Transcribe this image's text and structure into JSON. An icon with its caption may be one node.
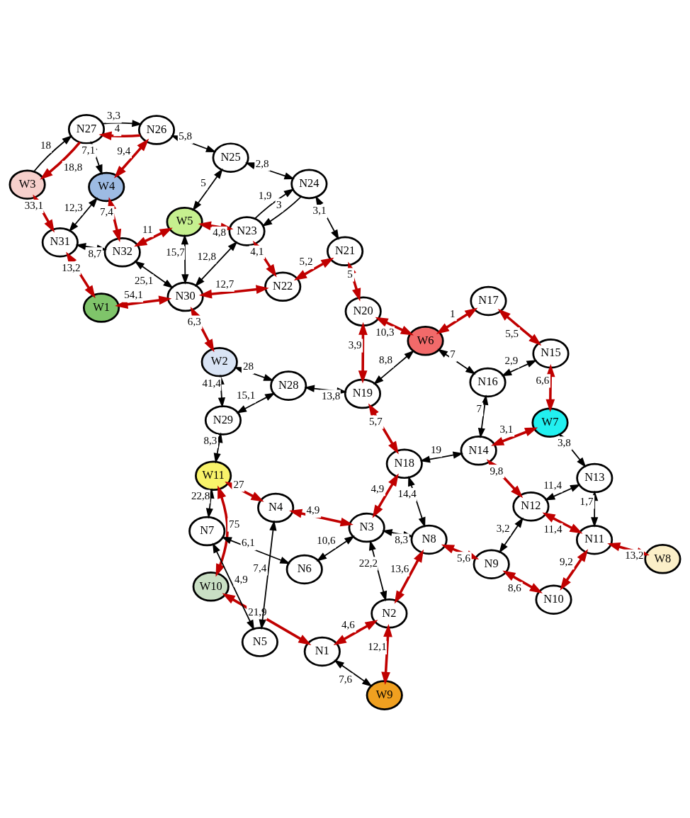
{
  "diagram": {
    "nodes": [
      {
        "text": [
          "W1"
        ]
      },
      {
        "text": [
          "W2"
        ]
      },
      {
        "text": [
          "W3"
        ]
      },
      {
        "text": [
          "W4"
        ]
      },
      {
        "text": [
          "W5"
        ]
      },
      {
        "text": [
          "W6"
        ]
      },
      {
        "text": [
          "W7"
        ]
      },
      {
        "text": [
          "W8"
        ]
      },
      {
        "text": [
          "W9"
        ]
      },
      {
        "text": [
          "W10"
        ]
      },
      {
        "text": [
          "W11"
        ]
      },
      {
        "text": [
          "N1"
        ]
      },
      {
        "text": [
          "N2"
        ]
      },
      {
        "text": [
          "N3"
        ]
      },
      {
        "text": [
          "N4"
        ]
      },
      {
        "text": [
          "N5"
        ]
      },
      {
        "text": [
          "N6"
        ]
      },
      {
        "text": [
          "N7"
        ]
      },
      {
        "text": [
          "N8"
        ]
      },
      {
        "text": [
          "N9"
        ]
      },
      {
        "text": [
          "N10"
        ]
      },
      {
        "text": [
          "N11"
        ]
      },
      {
        "text": [
          "N12"
        ]
      },
      {
        "text": [
          "N13"
        ]
      },
      {
        "text": [
          "N14"
        ]
      },
      {
        "text": [
          "N15"
        ]
      },
      {
        "text": [
          "N16"
        ]
      },
      {
        "text": [
          "N17"
        ]
      },
      {
        "text": [
          "N18"
        ]
      },
      {
        "text": [
          "N19"
        ]
      },
      {
        "text": [
          "N20"
        ]
      },
      {
        "text": [
          "N21"
        ]
      },
      {
        "text": [
          "N22"
        ]
      },
      {
        "text": [
          "N23"
        ]
      },
      {
        "text": [
          "N24"
        ]
      },
      {
        "text": [
          "N25"
        ]
      },
      {
        "text": [
          "N26"
        ]
      },
      {
        "text": [
          "N27"
        ]
      },
      {
        "text": [
          "N28"
        ]
      },
      {
        "text": [
          "N29"
        ]
      },
      {
        "text": [
          "N30"
        ]
      },
      {
        "text": [
          "N31"
        ]
      },
      {
        "text": [
          "N32"
        ]
      }
    ],
    "edges": [
      {
        "from": 0,
        "to": 41,
        "arrow": "both",
        "label": "13,2",
        "style": "thick",
        "color": "#c00000"
      },
      {
        "from": 0,
        "to": 40,
        "arrow": "both",
        "label": "54,1",
        "style": "thick",
        "color": "#c00000"
      },
      {
        "from": 41,
        "to": 2,
        "arrow": "both",
        "label": "33,1",
        "style": "thick",
        "color": "#c00000"
      },
      {
        "from": 41,
        "to": 3,
        "arrow": "both",
        "label": "12,3"
      },
      {
        "from": 41,
        "to": 42,
        "arrow": "both",
        "label": "8,7"
      },
      {
        "from": 40,
        "to": 42,
        "arrow": "both",
        "label": "25,1"
      },
      {
        "from": 40,
        "to": 4,
        "arrow": "both",
        "label": "15,7"
      },
      {
        "from": 40,
        "to": 33,
        "arrow": "both",
        "label": "12,8"
      },
      {
        "from": 1,
        "to": 40,
        "arrow": "both",
        "label": "6,3",
        "style": "thick",
        "color": "#c00000"
      },
      {
        "from": 40,
        "to": 32,
        "arrow": "both",
        "label": "12,7",
        "style": "thick",
        "color": "#c00000"
      },
      {
        "from": 2,
        "to": 37,
        "arrow": "to",
        "label": "18"
      },
      {
        "from": 37,
        "to": 2,
        "arrow": "to",
        "label": "18,8",
        "style": "thick",
        "color": "#c00000"
      },
      {
        "from": 3,
        "to": 37,
        "arrow": "both",
        "label": "7,1"
      },
      {
        "from": 42,
        "to": 3,
        "arrow": "both",
        "label": "7,4",
        "style": "thick",
        "color": "#c00000"
      },
      {
        "from": 3,
        "to": 36,
        "arrow": "both",
        "label": "9,4",
        "style": "thick",
        "color": "#c00000"
      },
      {
        "from": 36,
        "to": 37,
        "arrow": "to",
        "label": "4",
        "style": "thick",
        "color": "#c00000"
      },
      {
        "from": 37,
        "to": 36,
        "arrow": "to",
        "label": "3,3"
      },
      {
        "from": 42,
        "to": 4,
        "arrow": "both",
        "label": "11",
        "style": "thick",
        "color": "#c00000"
      },
      {
        "from": 4,
        "to": 35,
        "arrow": "both",
        "label": "5"
      },
      {
        "from": 35,
        "to": 36,
        "arrow": "both",
        "label": "5,8"
      },
      {
        "from": 4,
        "to": 33,
        "arrow": "both",
        "label": "4,8",
        "style": "thick",
        "color": "#c00000"
      },
      {
        "from": 34,
        "to": 33,
        "arrow": "to",
        "label": "3"
      },
      {
        "from": 33,
        "to": 34,
        "arrow": "to",
        "label": "1,9"
      },
      {
        "from": 35,
        "to": 34,
        "arrow": "both",
        "label": "2,8"
      },
      {
        "from": 32,
        "to": 33,
        "arrow": "both",
        "label": "4,1",
        "style": "thick",
        "color": "#c00000"
      },
      {
        "from": 32,
        "to": 31,
        "arrow": "both",
        "label": "5,2",
        "style": "thick",
        "color": "#c00000"
      },
      {
        "from": 31,
        "to": 34,
        "arrow": "both",
        "label": "3,1"
      },
      {
        "from": 1,
        "to": 38,
        "arrow": "both",
        "label": "28"
      },
      {
        "from": 1,
        "to": 39,
        "arrow": "both",
        "label": "41,4"
      },
      {
        "from": 38,
        "to": 39,
        "arrow": "both",
        "label": "15,1"
      },
      {
        "from": 38,
        "to": 29,
        "arrow": "both",
        "label": "13,8"
      },
      {
        "from": 31,
        "to": 30,
        "arrow": "both",
        "label": "5",
        "style": "thick",
        "color": "#c00000"
      },
      {
        "from": 30,
        "to": 5,
        "arrow": "both",
        "label": "10,3",
        "style": "thick",
        "color": "#c00000"
      },
      {
        "from": 30,
        "to": 29,
        "arrow": "both",
        "label": "3,9",
        "style": "thick",
        "color": "#c00000"
      },
      {
        "from": 29,
        "to": 5,
        "arrow": "both",
        "label": "8,8"
      },
      {
        "from": 5,
        "to": 27,
        "arrow": "both",
        "label": "1",
        "style": "thick",
        "color": "#c00000"
      },
      {
        "from": 5,
        "to": 26,
        "arrow": "both",
        "label": "7"
      },
      {
        "from": 39,
        "to": 10,
        "arrow": "both",
        "label": "8,3"
      },
      {
        "from": 29,
        "to": 28,
        "arrow": "both",
        "label": "5,7",
        "style": "thick",
        "color": "#c00000"
      },
      {
        "from": 27,
        "to": 25,
        "arrow": "both",
        "label": "5,5",
        "style": "thick",
        "color": "#c00000"
      },
      {
        "from": 26,
        "to": 25,
        "arrow": "both",
        "label": "2,9"
      },
      {
        "from": 25,
        "to": 6,
        "arrow": "both",
        "label": "6,6",
        "style": "thick",
        "color": "#c00000"
      },
      {
        "from": 10,
        "to": 17,
        "arrow": "both",
        "label": "22,8"
      },
      {
        "from": 17,
        "to": 16,
        "arrow": "both",
        "label": "6,1"
      },
      {
        "from": 17,
        "to": 15,
        "arrow": "both",
        "label": "4,9"
      },
      {
        "from": 16,
        "to": 13,
        "arrow": "both",
        "label": "10,6"
      },
      {
        "from": 10,
        "to": 14,
        "arrow": "both",
        "label": "27",
        "style": "thick",
        "color": "#c00000"
      },
      {
        "from": 15,
        "to": 14,
        "arrow": "both",
        "label": "7,4"
      },
      {
        "from": 14,
        "to": 13,
        "arrow": "both",
        "label": "4,9",
        "style": "thick",
        "color": "#c00000"
      },
      {
        "from": 13,
        "to": 28,
        "arrow": "both",
        "label": "4,9",
        "style": "thick",
        "color": "#c00000"
      },
      {
        "from": 28,
        "to": 24,
        "arrow": "both",
        "label": "19"
      },
      {
        "from": 26,
        "to": 24,
        "arrow": "both",
        "label": "7"
      },
      {
        "from": 24,
        "to": 6,
        "arrow": "both",
        "label": "3,1",
        "style": "thick",
        "color": "#c00000"
      },
      {
        "from": 28,
        "to": 18,
        "arrow": "both",
        "label": "14,4"
      },
      {
        "from": 13,
        "to": 18,
        "arrow": "both",
        "label": "8,3"
      },
      {
        "from": 13,
        "to": 12,
        "arrow": "both",
        "label": "22,2"
      },
      {
        "from": 10,
        "to": 9,
        "arrow": "both",
        "label": "75",
        "style": "thick",
        "color": "#c00000"
      },
      {
        "from": 18,
        "to": 19,
        "arrow": "both",
        "label": "5,6",
        "style": "thick",
        "color": "#c00000"
      },
      {
        "from": 19,
        "to": 22,
        "arrow": "both",
        "label": "3,2"
      },
      {
        "from": 22,
        "to": 24,
        "arrow": "both",
        "label": "9,8",
        "style": "thick",
        "color": "#c00000"
      },
      {
        "from": 22,
        "to": 23,
        "arrow": "both",
        "label": "11,4"
      },
      {
        "from": 6,
        "to": 23,
        "arrow": "both",
        "label": "3,8"
      },
      {
        "from": 22,
        "to": 21,
        "arrow": "both",
        "label": "11,4",
        "style": "thick",
        "color": "#c00000"
      },
      {
        "from": 23,
        "to": 21,
        "arrow": "both",
        "label": "1,7"
      },
      {
        "from": 18,
        "to": 12,
        "arrow": "both",
        "label": "13,6",
        "style": "thick",
        "color": "#c00000"
      },
      {
        "from": 19,
        "to": 20,
        "arrow": "both",
        "label": "8,6",
        "style": "thick",
        "color": "#c00000"
      },
      {
        "from": 20,
        "to": 21,
        "arrow": "both",
        "label": "9,2",
        "style": "thick",
        "color": "#c00000"
      },
      {
        "from": 21,
        "to": 7,
        "arrow": "both",
        "label": "13,2",
        "style": "thick",
        "color": "#c00000"
      },
      {
        "from": 9,
        "to": 11,
        "arrow": "both",
        "label": "21,9",
        "style": "thick",
        "color": "#c00000"
      },
      {
        "from": 11,
        "to": 12,
        "arrow": "both",
        "label": "4,6",
        "style": "thick",
        "color": "#c00000"
      },
      {
        "from": 11,
        "to": 8,
        "arrow": "both",
        "label": "7,6"
      },
      {
        "from": 8,
        "to": 12,
        "arrow": "both",
        "label": "12,1",
        "style": "thick",
        "color": "#c00000"
      }
    ]
  }
}
